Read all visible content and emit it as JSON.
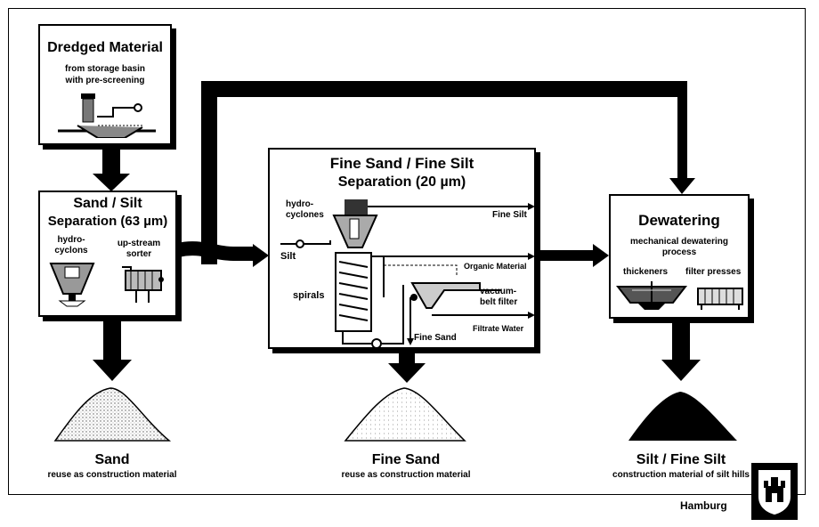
{
  "dredged": {
    "title": "Dredged Material",
    "subtitle_line1": "from storage basin",
    "subtitle_line2": "with pre-screening"
  },
  "sand_silt": {
    "title_line1": "Sand / Silt",
    "title_line2": "Separation (63 µm)",
    "hydro_line1": "hydro-",
    "hydro_line2": "cyclons",
    "sorter_line1": "up-stream",
    "sorter_line2": "sorter"
  },
  "fine_sep": {
    "title_line1": "Fine Sand / Fine Silt",
    "title_line2": "Separation (20 µm)",
    "hydro_line1": "hydro-",
    "hydro_line2": "cyclones",
    "silt": "Silt",
    "spirals": "spirals",
    "fine_silt": "Fine Silt",
    "organic": "Organic Material",
    "vacuum_line1": "vacuum-",
    "vacuum_line2": "belt filter",
    "filtrate": "Filtrate Water",
    "fine_sand": "Fine Sand"
  },
  "dewatering": {
    "title": "Dewatering",
    "sub_line1": "mechanical dewatering",
    "sub_line2": "process",
    "thickeners": "thickeners",
    "filter_presses": "filter presses"
  },
  "outputs": {
    "sand_title": "Sand",
    "sand_sub": "reuse as construction material",
    "fine_sand_title": "Fine Sand",
    "fine_sand_sub": "reuse as construction material",
    "silt_title": "Silt / Fine Silt",
    "silt_sub": "construction material of silt hills"
  },
  "footer": {
    "city": "Hamburg"
  }
}
